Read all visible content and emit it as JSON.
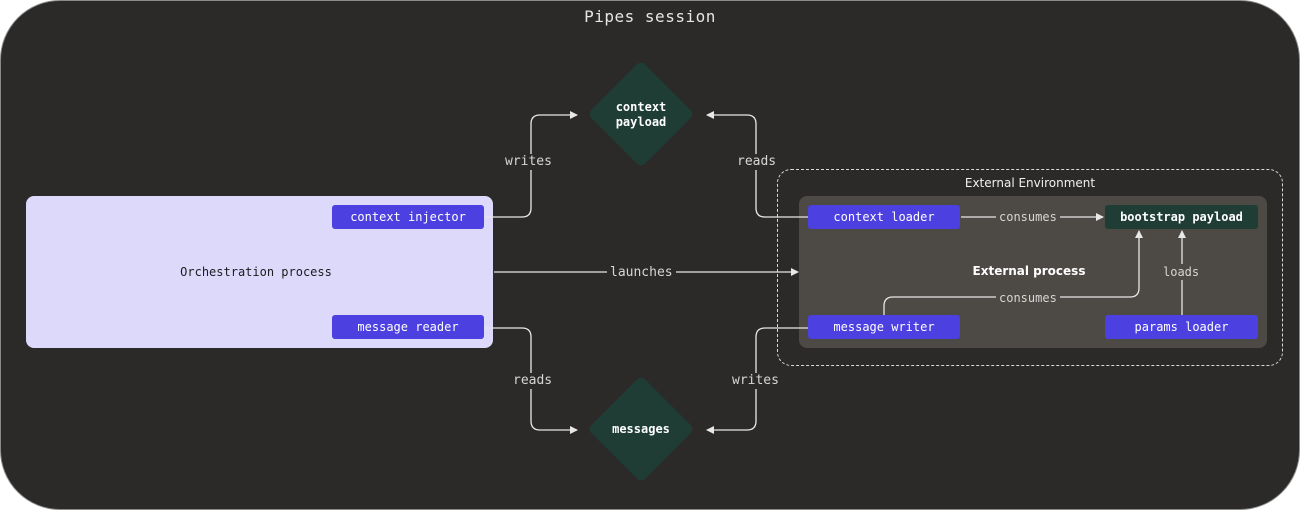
{
  "title": "Pipes session",
  "orchestration": {
    "label": "Orchestration process",
    "context_injector": "context injector",
    "message_reader": "message reader"
  },
  "external_environment": {
    "label": "External Environment",
    "process_label": "External process",
    "context_loader": "context loader",
    "bootstrap_payload": "bootstrap payload",
    "message_writer": "message writer",
    "params_loader": "params loader"
  },
  "context_payload": {
    "line1": "context",
    "line2": "payload"
  },
  "messages": {
    "label": "messages"
  },
  "edges": {
    "writes_top": "writes",
    "reads_top": "reads",
    "launches": "launches",
    "consumes_top": "consumes",
    "consumes_bottom": "consumes",
    "loads": "loads",
    "reads_bottom": "reads",
    "writes_bottom": "writes"
  },
  "colors": {
    "background": "#2b2a28",
    "orchestration_fill": "#dcd9fb",
    "external_process_fill": "#4d4944",
    "step_blue": "#4c40e0",
    "payload_green": "#1f3d35"
  }
}
